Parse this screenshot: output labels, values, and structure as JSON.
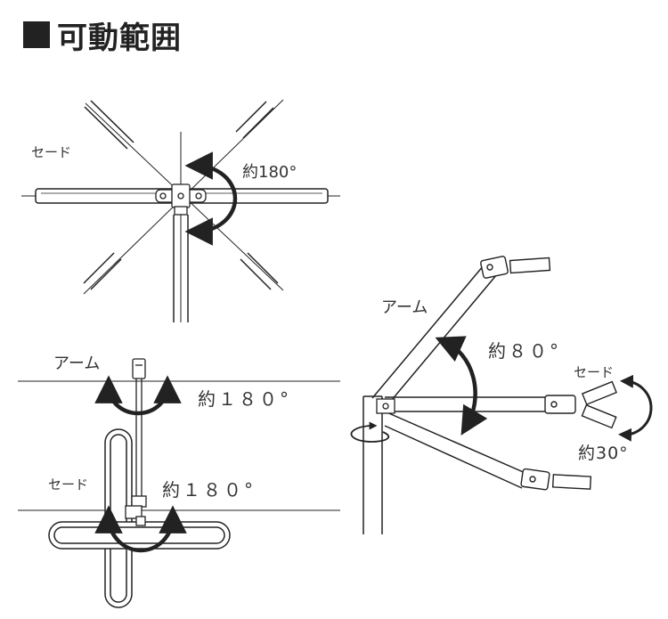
{
  "title": "可動範囲",
  "top_view": {
    "shade_label": "セード",
    "angle_label": "約180°"
  },
  "front_view": {
    "arm_label": "アーム",
    "arm_angle_label": "約１８０°",
    "shade_label": "セード",
    "shade_angle_label": "約１８０°"
  },
  "side_view": {
    "arm_label": "アーム",
    "arm_angle_label": "約８０°",
    "shade_label": "セード",
    "shade_angle_label": "約30°"
  }
}
